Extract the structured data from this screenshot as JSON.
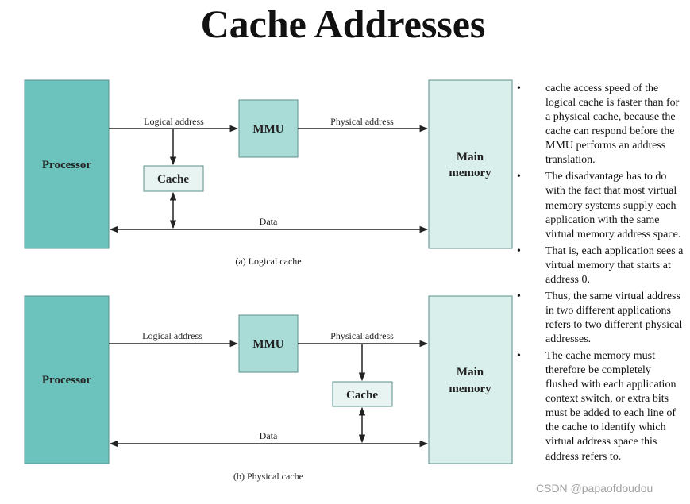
{
  "title": "Cache Addresses",
  "colors": {
    "processor_fill": "#6cc3bd",
    "mmu_fill": "#a9dcd6",
    "memory_fill": "#d9efeb",
    "cache_fill": "#e8f4f1",
    "line": "#222222"
  },
  "diagram_a": {
    "processor": "Processor",
    "mmu": "MMU",
    "cache": "Cache",
    "memory_line1": "Main",
    "memory_line2": "memory",
    "logical_address": "Logical address",
    "physical_address": "Physical address",
    "data": "Data",
    "caption": "(a) Logical cache"
  },
  "diagram_b": {
    "processor": "Processor",
    "mmu": "MMU",
    "cache": "Cache",
    "memory_line1": "Main",
    "memory_line2": "memory",
    "logical_address": "Logical address",
    "physical_address": "Physical address",
    "data": "Data",
    "caption": "(b) Physical cache"
  },
  "bullets": [
    "cache access speed of the logical cache is faster than for a physical cache, because the cache can respond before the MMU performs an address translation.",
    "The disadvantage has to do with the fact that most virtual memory systems supply each application with the same virtual memory address space.",
    "That is, each application sees a virtual memory that starts at address 0.",
    "Thus, the same virtual address in two different applications refers to two different physical addresses.",
    "The cache memory must therefore be completely flushed with each application context switch, or extra bits must be added to each line of the cache to identify which virtual address space this address refers to."
  ],
  "bullet_symbol": "•",
  "watermark": "CSDN @papaofdoudou"
}
